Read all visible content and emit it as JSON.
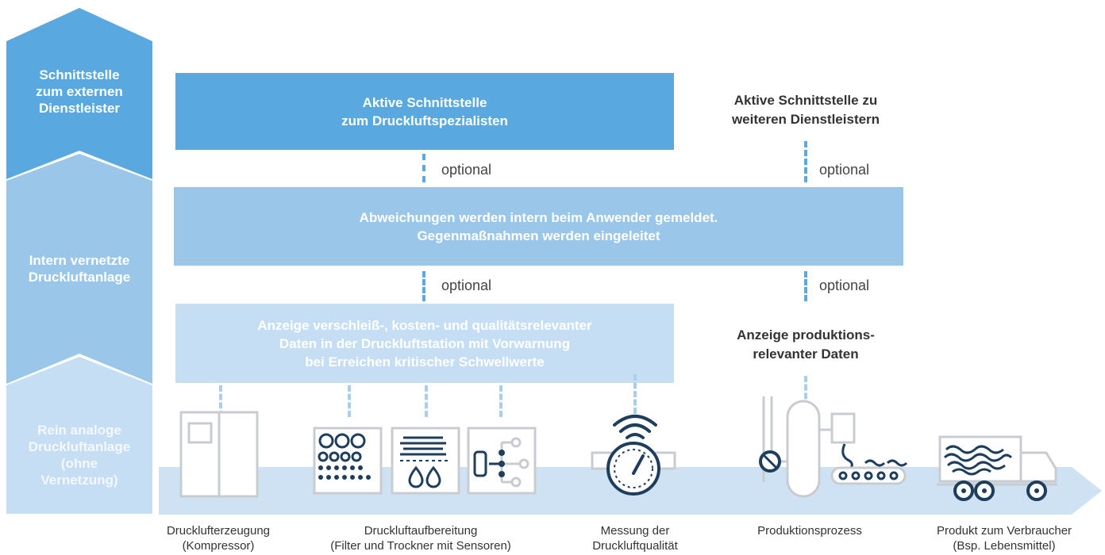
{
  "colors": {
    "dark_blue": "#5aa8e0",
    "mid_blue": "#9ac6ea",
    "light_blue": "#c6def3",
    "icon_dark": "#1f3d5c",
    "icon_grey": "#d0d3d6",
    "arrow_band": "#cfe2f4"
  },
  "levels": {
    "external": "Schnittstelle\nzum externen\nDienstleister",
    "internal": "Intern vernetzte\nDruckluftanlage",
    "analog": "Rein analoge\nDruckluftanlage\n(ohne\nVernetzung)"
  },
  "boxes": {
    "active_interface": "Aktive Schnittstelle\nzum Druckluftspezialisten",
    "deviations": "Abweichungen werden intern beim Anwender gemeldet.\nGegenmaßnahmen werden eingeleitet",
    "display": "Anzeige verschleiß-, kosten- und qualitätsrelevanter\nDaten in der Druckluftstation mit Vorwarnung\nbei Erreichen kritischer Schwellwerte"
  },
  "side_texts": {
    "other_providers": "Aktive Schnittstelle zu\nweiteren Dienstleistern",
    "production_data": "Anzeige produktions-\nrelevanter Daten"
  },
  "optional_label": "optional",
  "bottom_labels": {
    "generation": "Drucklufterzeugung\n(Kompressor)",
    "treatment": "Druckluftaufbereitung\n(Filter und Trockner mit Sensoren)",
    "measurement": "Messung der\nDruckluftqualität",
    "production": "Produktionsprozess",
    "product": "Produkt zum Verbraucher\n(Bsp. Lebensmittel)"
  },
  "icons": {
    "compressor": "compressor-icon",
    "filter": "filter-icon",
    "dryer": "dryer-icon",
    "sensor": "sensor-icon",
    "meter": "pressure-meter-icon",
    "wifi": "wifi-icon",
    "plant": "production-plant-icon",
    "truck": "truck-icon"
  }
}
